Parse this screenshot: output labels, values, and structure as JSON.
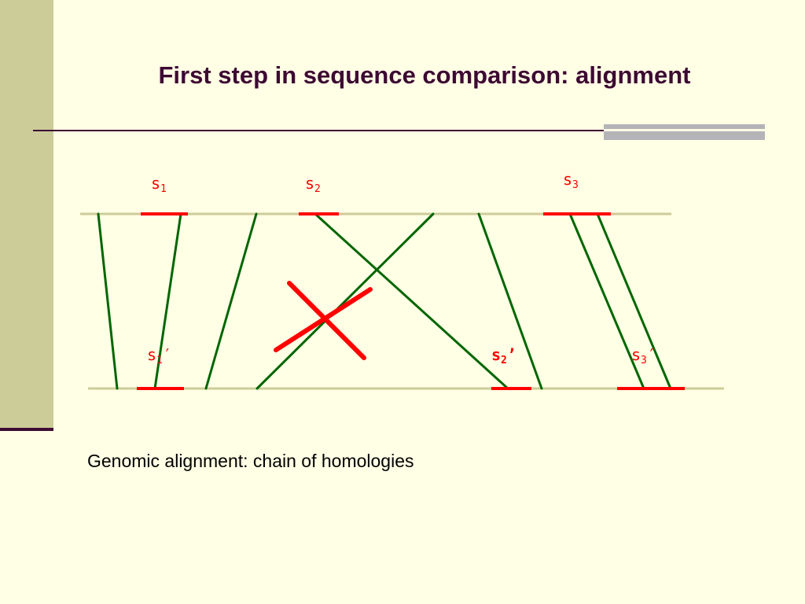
{
  "slide": {
    "title": "First step in sequence comparison: alignment",
    "caption": "Genomic alignment: chain of homologies"
  },
  "diagram": {
    "segments_top": [
      {
        "name": "s",
        "sub": "1",
        "prime": ""
      },
      {
        "name": "s",
        "sub": "2",
        "prime": ""
      },
      {
        "name": "s",
        "sub": "3",
        "prime": ""
      }
    ],
    "segments_bottom": [
      {
        "name": "s",
        "sub": "1",
        "prime": "′"
      },
      {
        "name": "s",
        "sub": "2",
        "prime": "’"
      },
      {
        "name": "s",
        "sub": "3",
        "prime": "′"
      }
    ]
  },
  "colors": {
    "background": "#ffffe5",
    "title": "#3d0a33",
    "sequence_line": "#cccc99",
    "segment": "#ff0000",
    "homology_line": "#006600",
    "cross_mark": "#ff0000"
  },
  "icons": [
    "cross-mark-icon"
  ]
}
